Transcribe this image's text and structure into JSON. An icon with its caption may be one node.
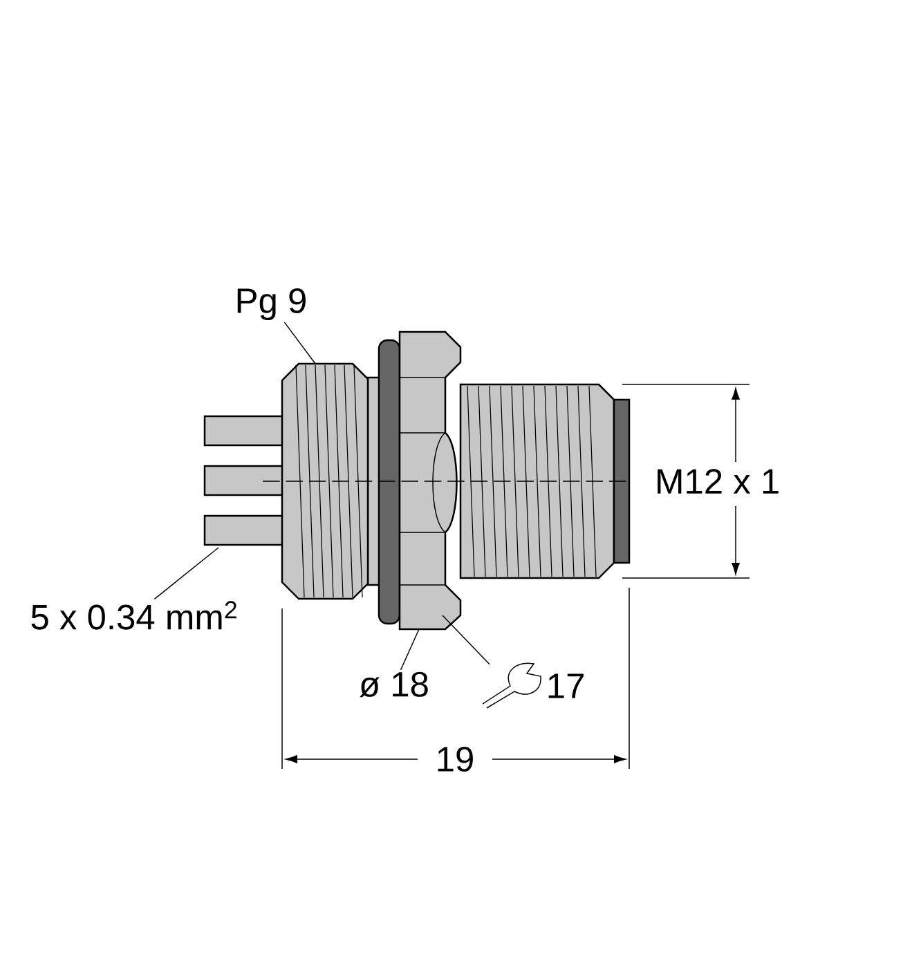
{
  "diagram": {
    "nodes": [
      {
        "text": [
          "Pg 9"
        ]
      },
      {
        "text": [
          "5 x 0.34 mm$^{2}$"
        ]
      },
      {
        "text": [
          "ø 18"
        ]
      },
      {
        "text": [],
        "shape": "picture",
        "beside": [
          "17"
        ]
      }
    ],
    "edges": [
      {
        "from": 0,
        "to": null,
        "arrow": "none"
      },
      {
        "from": 1,
        "to": null,
        "arrow": "none"
      },
      {
        "from": 2,
        "to": null,
        "arrow": "none"
      },
      {
        "from": 3,
        "to": null,
        "arrow": "none"
      }
    ],
    "labels": [
      "M12 x 1",
      "19"
    ]
  }
}
